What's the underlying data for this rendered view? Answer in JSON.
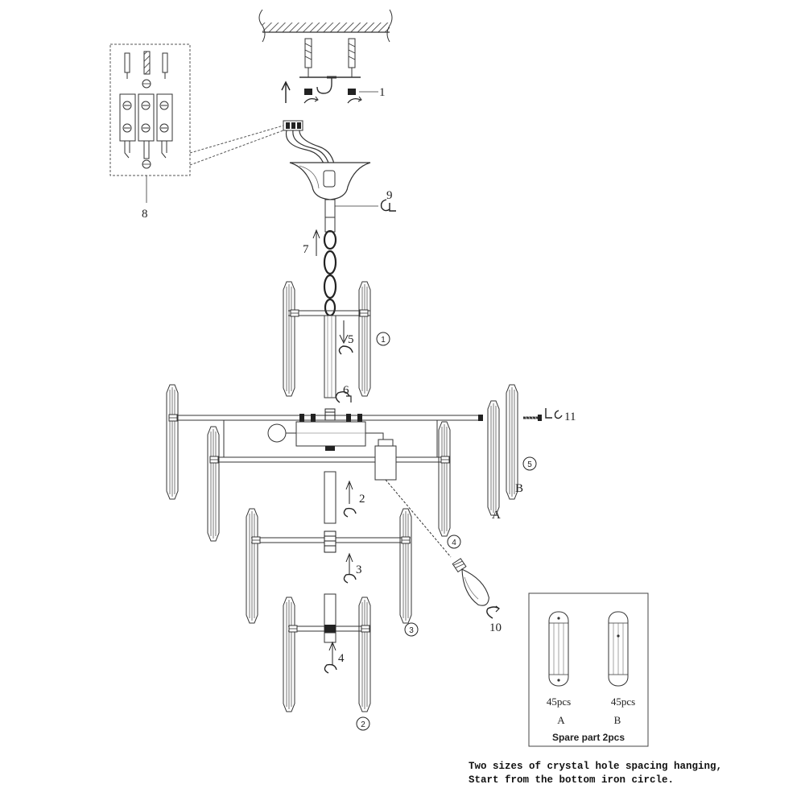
{
  "callouts": {
    "n1": "1",
    "n2": "2",
    "n3": "3",
    "n4": "4",
    "n5": "5",
    "n6": "6",
    "n7": "7",
    "n8": "8",
    "n9": "9",
    "n10": "10",
    "n11": "11"
  },
  "circled": {
    "c1": "1",
    "c2": "2",
    "c3": "3",
    "c4": "4",
    "c5": "5"
  },
  "crystal_letters": {
    "a": "A",
    "b": "B"
  },
  "spare_box": {
    "a_qty": "45pcs",
    "b_qty": "45pcs",
    "a_label": "A",
    "b_label": "B",
    "caption": "Spare part 2pcs"
  },
  "note": {
    "line1": "Two sizes of crystal hole spacing hanging,",
    "line2": "Start from the bottom iron circle."
  }
}
